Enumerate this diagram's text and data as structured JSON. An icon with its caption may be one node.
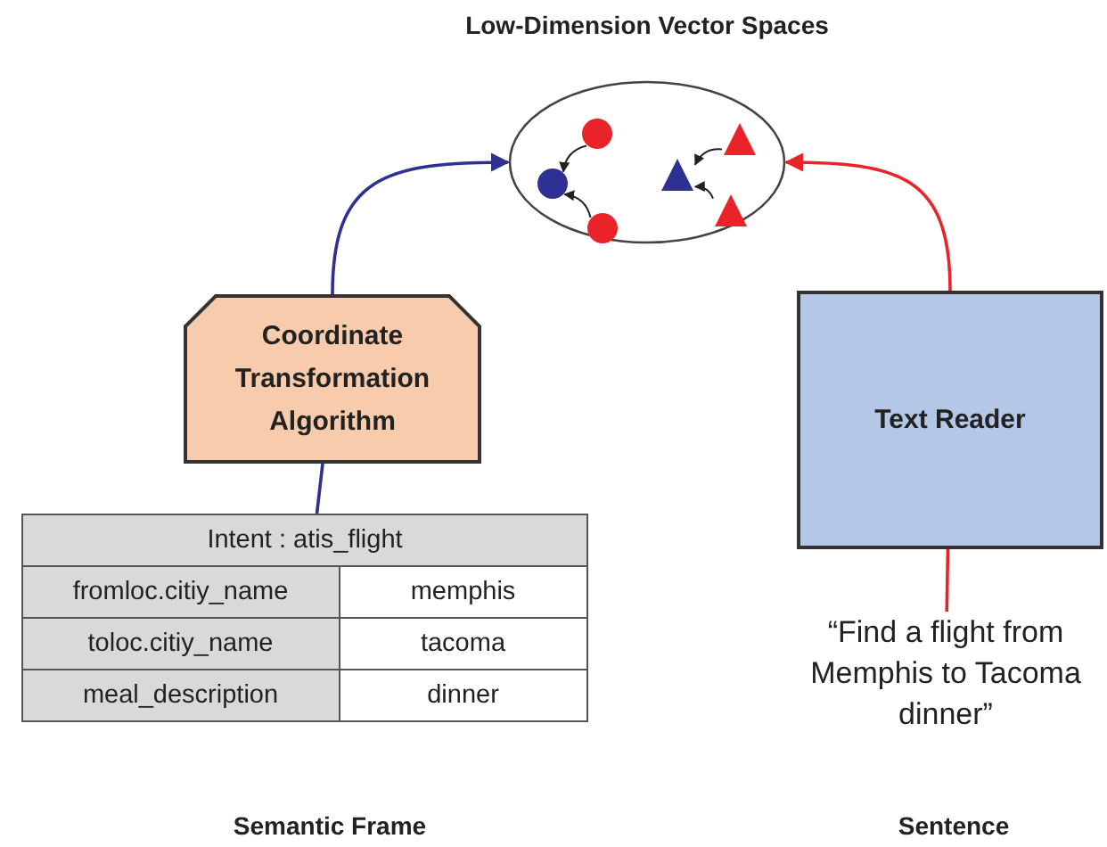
{
  "diagram": {
    "nodes": [
      {
        "text": [
          "Low-Dimension Vector Spaces"
        ]
      },
      {
        "text": [],
        "shape": "circle",
        "in": 0
      },
      {
        "text": [],
        "shape": "circle",
        "in": 0
      },
      {
        "text": [],
        "shape": "circle",
        "in": 0
      },
      {
        "text": [],
        "shape": "triangle",
        "in": 0
      },
      {
        "text": [],
        "shape": "triangle",
        "in": 0
      },
      {
        "text": [],
        "shape": "triangle",
        "in": 0
      },
      {
        "text": [
          "Coordinate Transformation Algorithm"
        ]
      },
      {
        "text": [
          "Text Reader"
        ]
      },
      {
        "text": [
          "Intent : atis_flight",
          "fromloc.citiy_name",
          "memphis",
          "toloc.citiy_name",
          "tacoma",
          "meal_description",
          "dinner"
        ],
        "beside": [
          "Semantic Frame"
        ]
      },
      {
        "text": [
          "“Find a flight from Memphis to Tacoma dinner”"
        ],
        "beside": [
          "Sentence"
        ]
      }
    ],
    "edges": [
      {
        "from": 2,
        "to": 1,
        "arrow": "to"
      },
      {
        "from": 3,
        "to": 1,
        "arrow": "to"
      },
      {
        "from": 6,
        "to": 4,
        "arrow": "to"
      },
      {
        "from": 5,
        "to": 4,
        "arrow": "to"
      },
      {
        "from": 7,
        "to": 0,
        "arrow": "to",
        "color": "#2e3192"
      },
      {
        "from": 8,
        "to": 0,
        "arrow": "to",
        "color": "#e8232a"
      },
      {
        "from": 9,
        "to": 7,
        "arrow": "none",
        "color": "#2e3192"
      },
      {
        "from": 10,
        "to": 8,
        "arrow": "none",
        "color": "#e8232a"
      }
    ]
  }
}
